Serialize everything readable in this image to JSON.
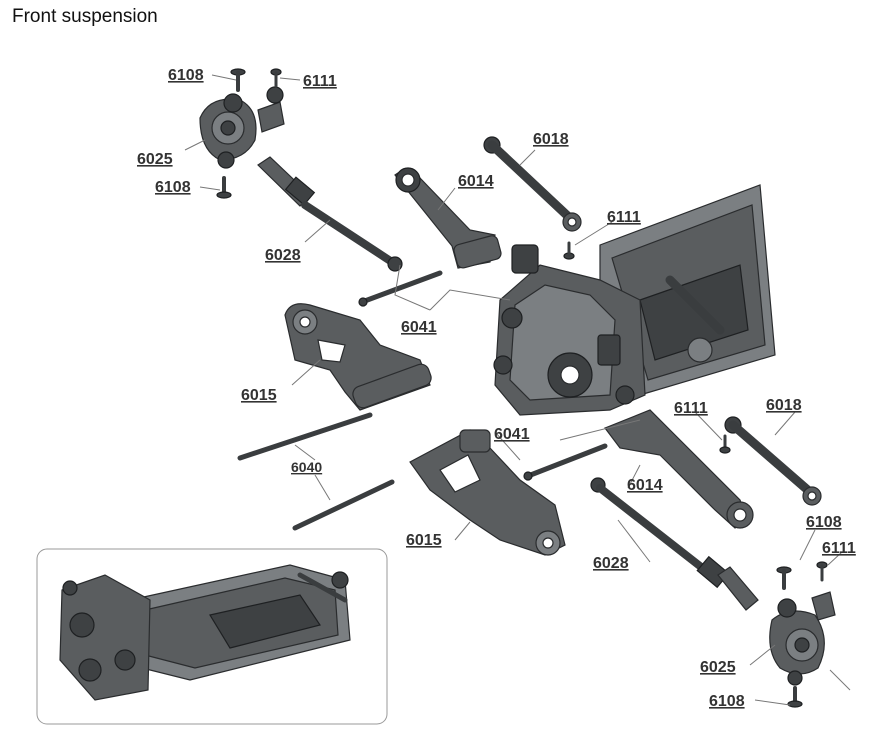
{
  "title": "Front suspension",
  "labels": {
    "l1": "6108",
    "l2": "6111",
    "l3": "6025",
    "l4": "6108",
    "l5": "6028",
    "l6": "6014",
    "l7": "6018",
    "l8": "6111",
    "l9": "6041",
    "l10": "6015",
    "l11": "6040",
    "l12": "6111",
    "l13": "6018",
    "l14": "6041",
    "l15": "6014",
    "l16": "6015",
    "l17": "6028",
    "l18": "6108",
    "l19": "6111",
    "l20": "6025",
    "l21": "6108"
  },
  "colors": {
    "part": "#5a5d5f",
    "outline": "#2a2c2e",
    "leader": "#777777"
  }
}
